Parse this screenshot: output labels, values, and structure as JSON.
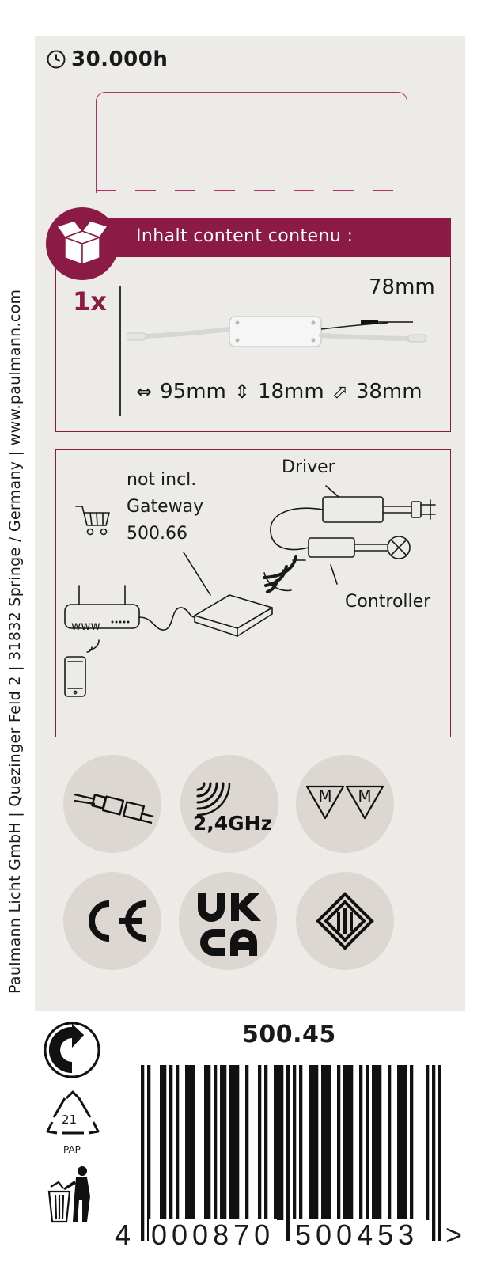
{
  "brand": {
    "sidebar_text": "Paulmann Licht GmbH | Quezinger Feld 2 | 31832 Springe / Germany | www.paulmann.com"
  },
  "lifetime": {
    "icon": "clock-icon",
    "label": "30.000h"
  },
  "contents": {
    "header_label": "Inhalt content contenu :",
    "quantity": "1x",
    "length": "78mm",
    "dimensions": [
      {
        "icon": "width-arrow-icon",
        "value": "95mm"
      },
      {
        "icon": "height-arrow-icon",
        "value": "18mm"
      },
      {
        "icon": "depth-arrow-icon",
        "value": "38mm"
      }
    ]
  },
  "diagram": {
    "not_incl_label": "not incl.",
    "gateway_label": "Gateway",
    "gateway_number": "500.66",
    "driver_label": "Driver",
    "controller_label": "Controller",
    "router_label": "www"
  },
  "badges": {
    "frequency_label": "2,4GHz",
    "mm_label_1": "M",
    "mm_label_2": "M"
  },
  "packaging": {
    "article_number": "500.45",
    "ean_first": "4",
    "ean_left": "000870",
    "ean_right": "500453",
    "ean_arrow": ">",
    "recycling_number": "21",
    "recycling_label": "PAP"
  },
  "colors": {
    "accent": "#8b1a44",
    "panel": "#ecebe7",
    "badge": "#dcd7d0"
  }
}
